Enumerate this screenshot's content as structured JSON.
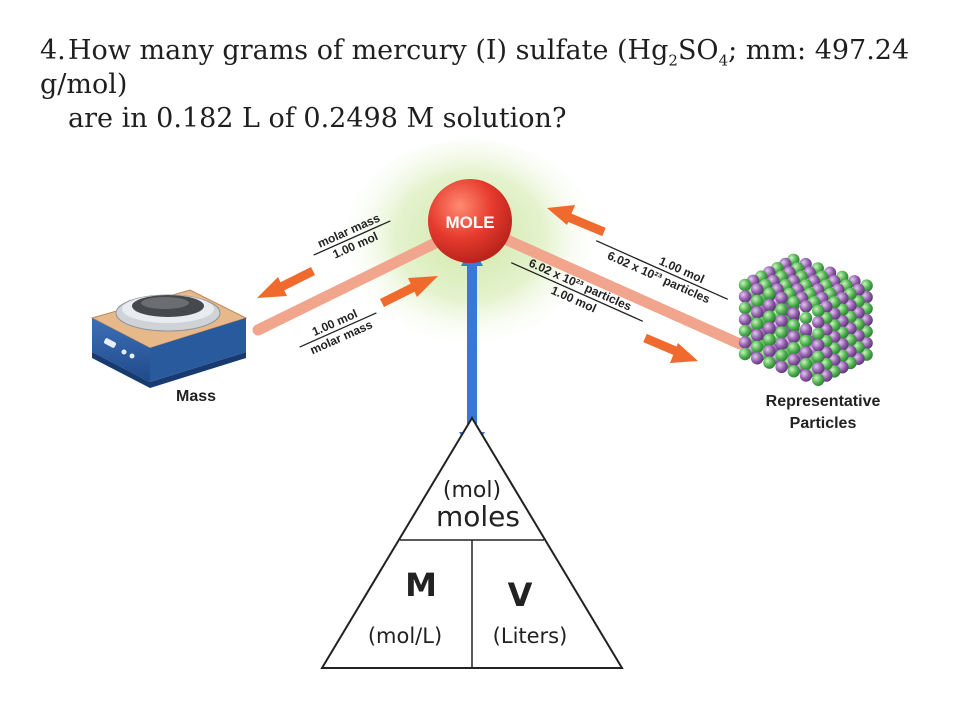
{
  "question": {
    "number": "4.",
    "line1_a": "How many grams of mercury (I) sulfate (Hg",
    "line1_sub1": "2",
    "line1_b": "SO",
    "line1_sub2": "4",
    "line1_c": "; mm: 497.24 g/mol)",
    "line2": "are in 0.182 L of 0.2498 M solution?"
  },
  "diagram": {
    "center": "MOLE",
    "left_label": "Mass",
    "right_label_1": "Representative",
    "right_label_2": "Particles",
    "left_upper_num": "molar mass",
    "left_upper_den": "1.00 mol",
    "left_lower_num": "1.00 mol",
    "left_lower_den": "molar mass",
    "right_upper_num": "1.00 mol",
    "right_upper_den": "6.02 x 10²³ particles",
    "right_lower_num": "6.02 x 10²³ particles",
    "right_lower_den": "1.00 mol"
  },
  "triangle": {
    "top_unit": "(mol)",
    "top_word": "moles",
    "left_symbol": "M",
    "left_unit": "(mol/L)",
    "right_symbol": "V",
    "right_unit": "(Liters)"
  },
  "colors": {
    "mole_ball": "#e63b2e",
    "orange_arrow": "#ef6a2c",
    "beam": "#f0a58c",
    "blue_arrow": "#3a78d8",
    "glow": "#b9e08a",
    "atom_green": "#4caf50",
    "atom_purple": "#8e5aa8"
  }
}
